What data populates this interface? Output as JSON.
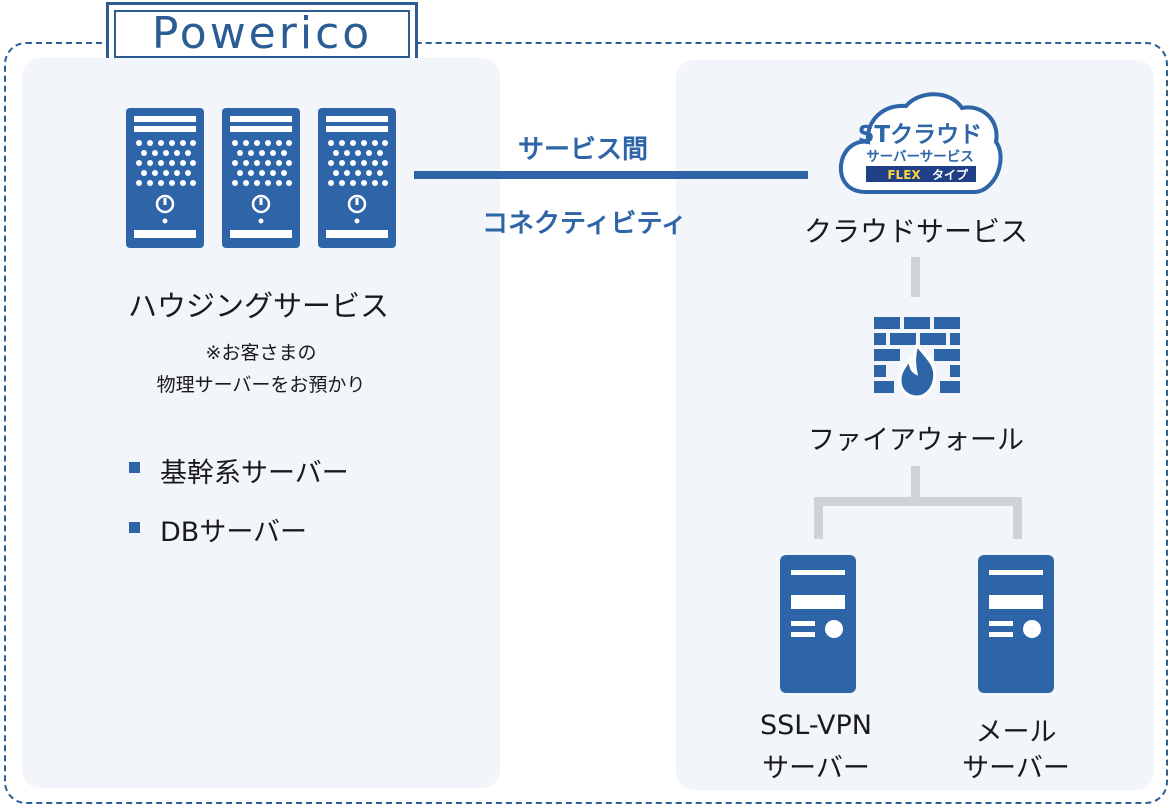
{
  "logo": {
    "text": "Powerico"
  },
  "connection": {
    "line1": "サービス間",
    "line2": "コネクティビティ"
  },
  "housing": {
    "title": "ハウジングサービス",
    "note_line1": "※お客さまの",
    "note_line2": "物理サーバーをお預かり",
    "items": [
      "基幹系サーバー",
      "DBサーバー"
    ]
  },
  "cloud": {
    "badge": {
      "brand": "STクラウド",
      "subtitle": "サーバーサービス",
      "flex": "FLEX",
      "type": "タイプ"
    },
    "label": "クラウドサービス"
  },
  "firewall": {
    "label": "ファイアウォール"
  },
  "servers": [
    {
      "line1": "SSL-VPN",
      "line2": "サーバー"
    },
    {
      "line1": "メール",
      "line2": "サーバー"
    }
  ],
  "colors": {
    "primary": "#2e64a8",
    "frame": "#2e5f93",
    "panel": "#f2f5f9",
    "connector": "#cfd3d8"
  }
}
